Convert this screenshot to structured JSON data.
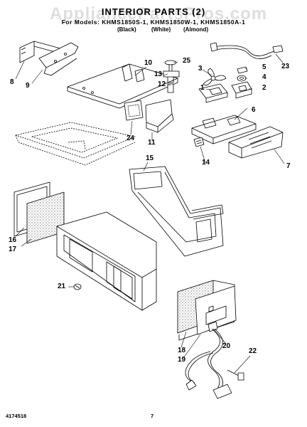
{
  "header": {
    "watermark": "AppliancePartsPros.com",
    "title": "INTERIOR PARTS (2)",
    "models": "For Models: KHMS1850S-1, KHMS1850W-1, KHMS1850A-1",
    "colors": [
      "(Black)",
      "(White)",
      "(Almond)"
    ]
  },
  "callouts": [
    "1",
    "2",
    "3",
    "4",
    "5",
    "6",
    "7",
    "8",
    "9",
    "10",
    "11",
    "12",
    "13",
    "14",
    "15",
    "16",
    "17",
    "18",
    "19",
    "20",
    "21",
    "22",
    "23",
    "24",
    "25"
  ],
  "footer": {
    "doc_number": "4174518",
    "page_number": "7"
  },
  "colors": {
    "ink": "#000000",
    "stipple": "#9a9a9a",
    "watermark": "#d4d4d4"
  }
}
